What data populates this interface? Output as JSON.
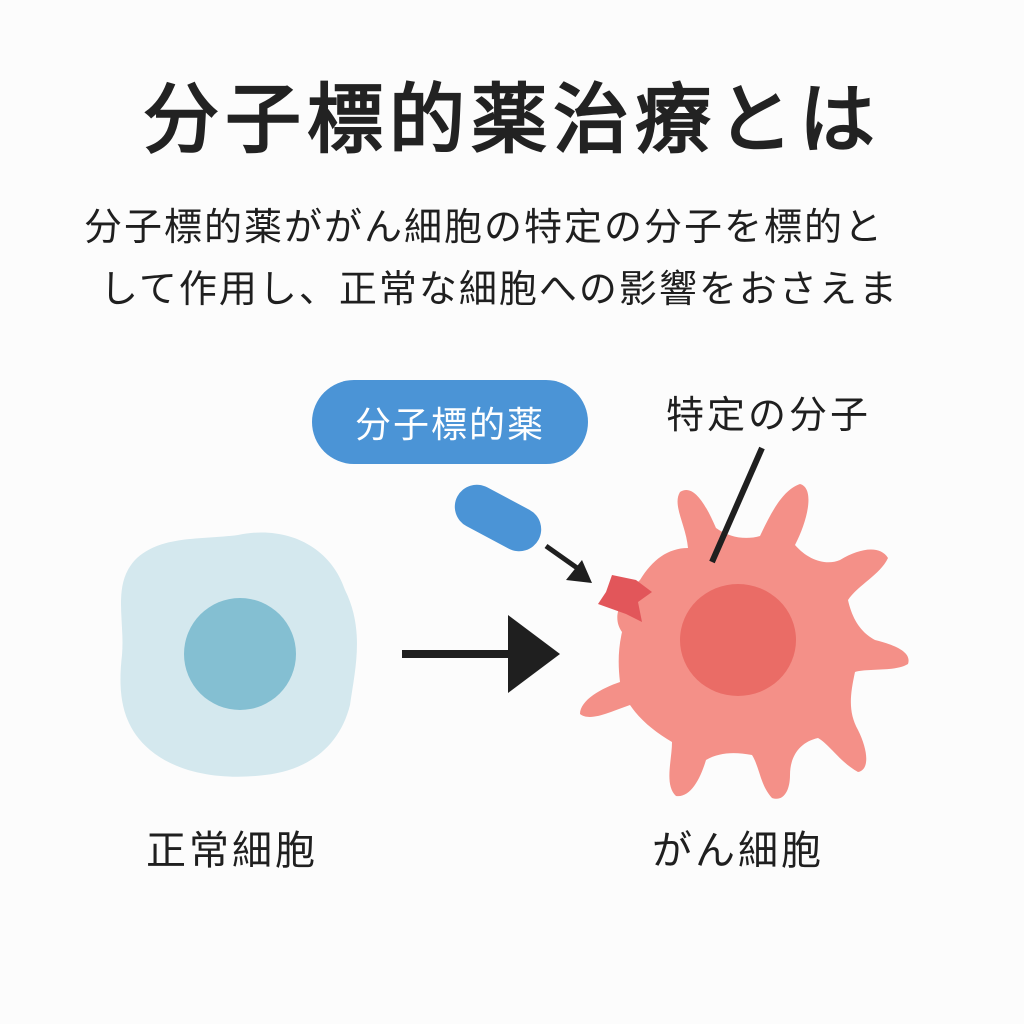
{
  "title": "分子標的薬治療とは",
  "description": {
    "line1": "分子標的薬ががん細胞の特定の分子を標的と",
    "line2": "して作用し、正常な細胞への影響をおさえま"
  },
  "labels": {
    "drug": "分子標的薬",
    "target_molecule": "特定の分子",
    "normal_cell": "正常細胞",
    "cancer_cell": "がん細胞"
  },
  "colors": {
    "normal_cell_body": "#d4e8ee",
    "normal_cell_nucleus": "#84bfd2",
    "cancer_cell_body": "#f49088",
    "cancer_cell_nucleus": "#ea6c66",
    "drug": "#4b94d6",
    "target_molecule": "#e2565a",
    "arrow": "#1f1f1f"
  },
  "icons": [
    "normal-cell-icon",
    "cancer-cell-icon",
    "drug-capsule-icon",
    "target-molecule-icon",
    "arrow-right-icon"
  ]
}
